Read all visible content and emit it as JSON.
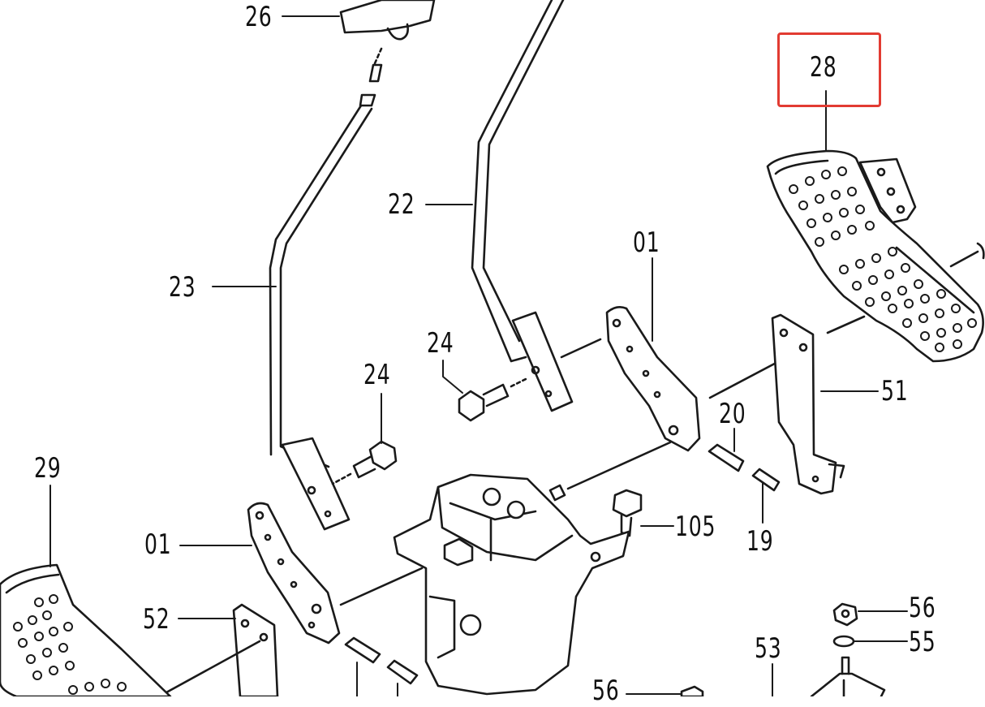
{
  "labels": {
    "p26": "26",
    "p28": "28",
    "p22": "22",
    "p23": "23",
    "p01a": "01",
    "p24a": "24",
    "p24b": "24",
    "p20": "20",
    "p51": "51",
    "p29": "29",
    "p01b": "01",
    "p105": "105",
    "p19": "19",
    "p52": "52",
    "p56a": "56",
    "p55": "55",
    "p53": "53",
    "p56b": "56"
  },
  "highlight": {
    "target": "28",
    "color": "#e23b32"
  }
}
